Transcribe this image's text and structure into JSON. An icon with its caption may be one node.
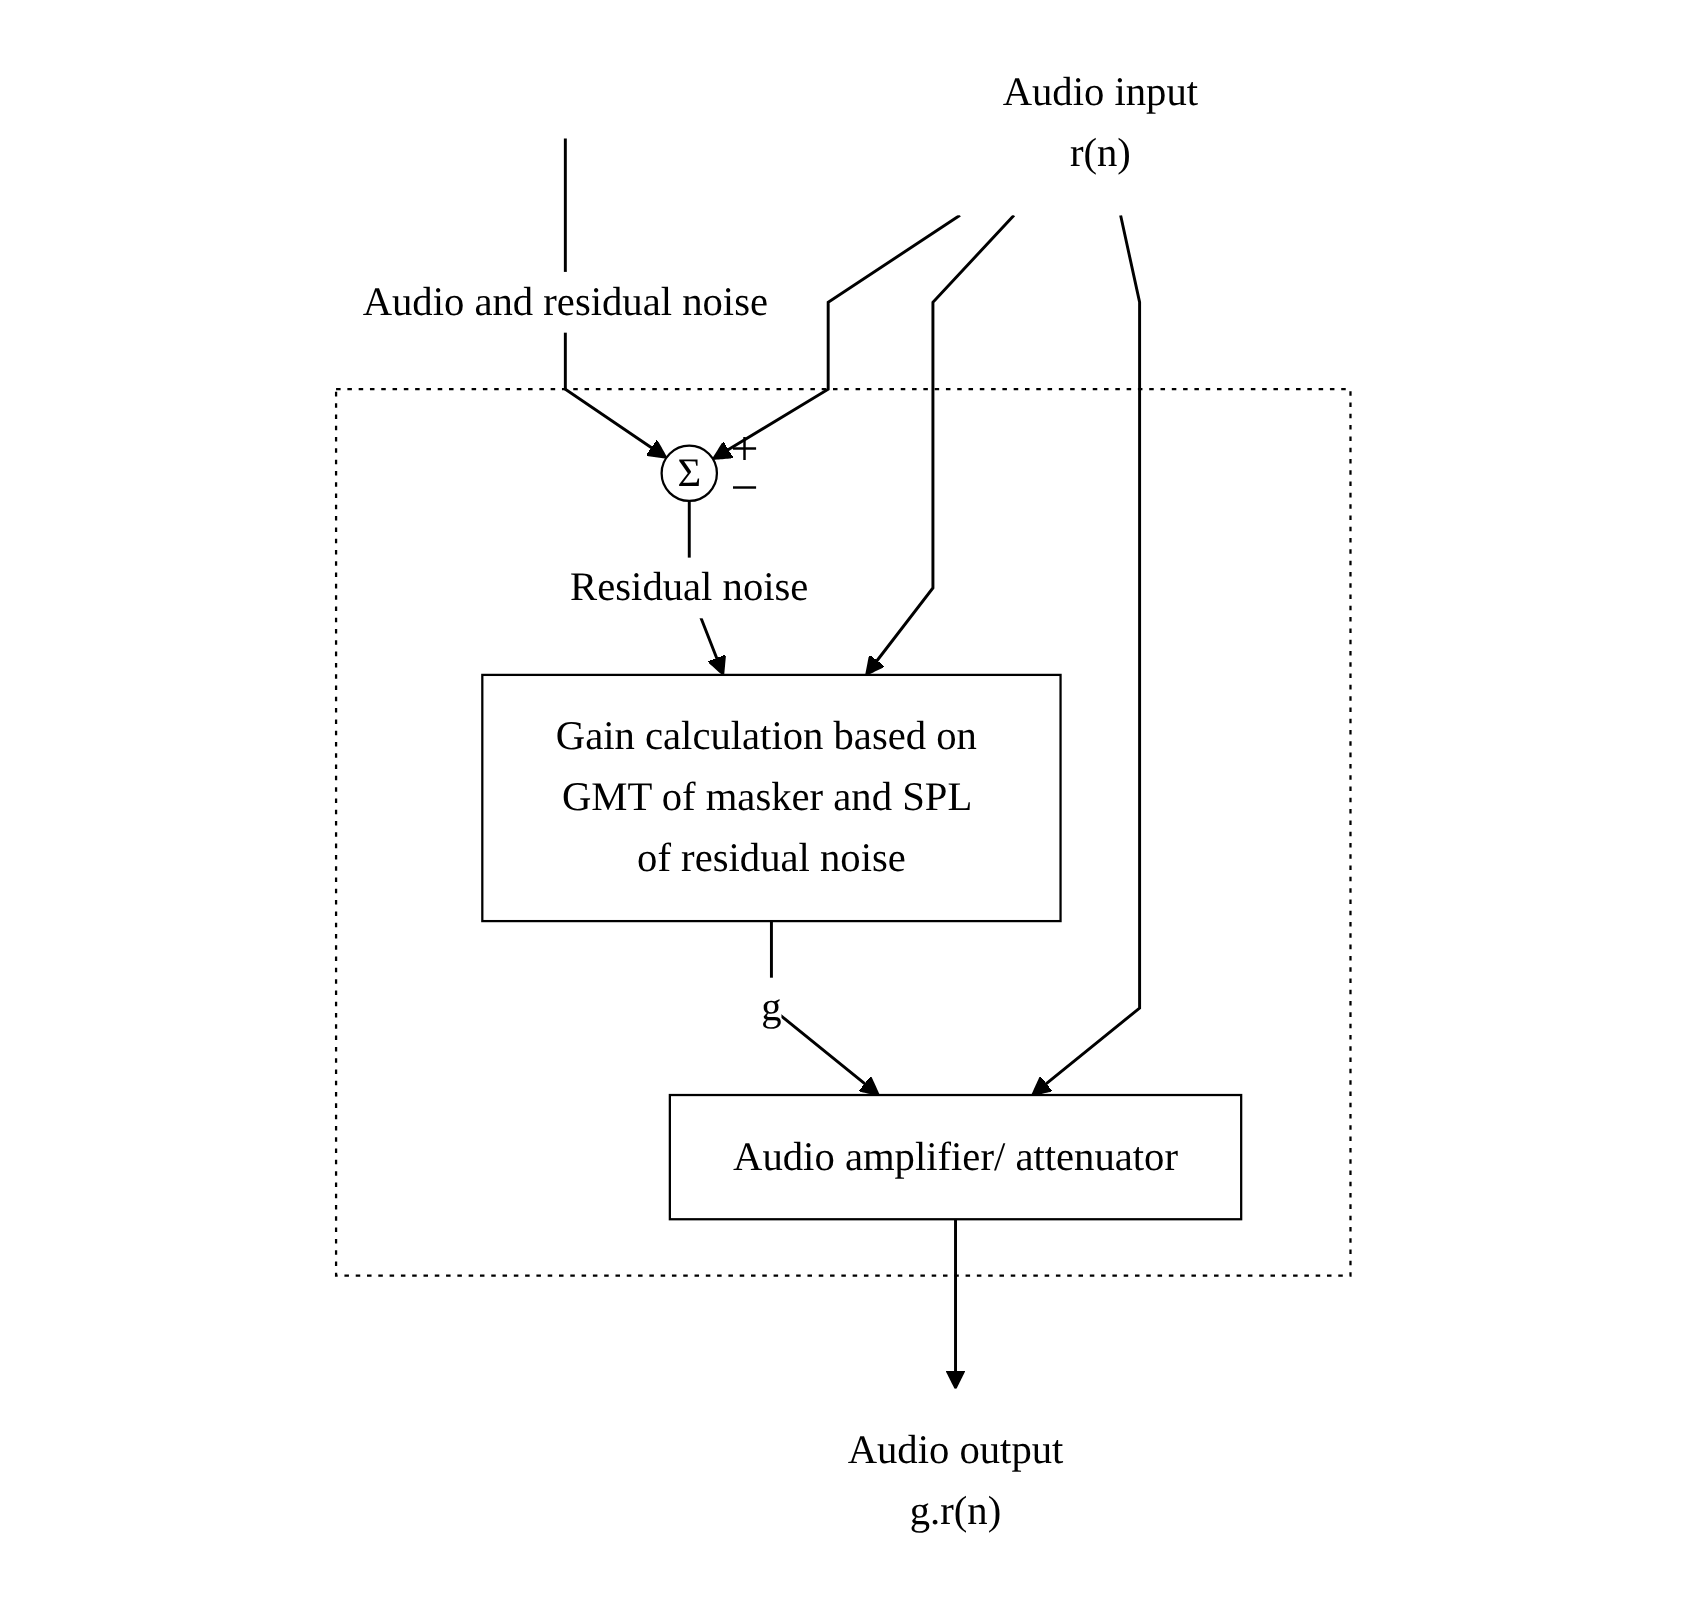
{
  "diagram": {
    "nodes": [
      {
        "text": [],
        "shape": "box"
      },
      {
        "text": [
          "Σ"
        ],
        "in": 0,
        "beside": [
          "+",
          "−"
        ]
      },
      {
        "text": [
          "Gain calculation based on GMT of masker and SPL of residual noise"
        ],
        "in": 0
      },
      {
        "text": [
          "Audio amplifier/ attenuator"
        ],
        "in": 0
      },
      {
        "text": [
          "Audio input",
          "r(n)"
        ]
      },
      {
        "text": [
          "Audio output",
          "g.r(n)"
        ]
      }
    ],
    "edges": [
      {
        "from": null,
        "to": 1,
        "arrow": "to",
        "label": "Audio and residual noise"
      },
      {
        "from": 1,
        "to": 2,
        "arrow": "to",
        "label": "Residual noise"
      },
      {
        "from": 2,
        "to": 3,
        "arrow": "to",
        "label": "g"
      },
      {
        "from": 4,
        "to": 3,
        "arrow": "to"
      },
      {
        "from": 4,
        "to": 2,
        "arrow": "to"
      },
      {
        "from": 4,
        "to": 1,
        "arrow": "to"
      },
      {
        "from": 3,
        "to": 5,
        "arrow": "to"
      }
    ]
  }
}
